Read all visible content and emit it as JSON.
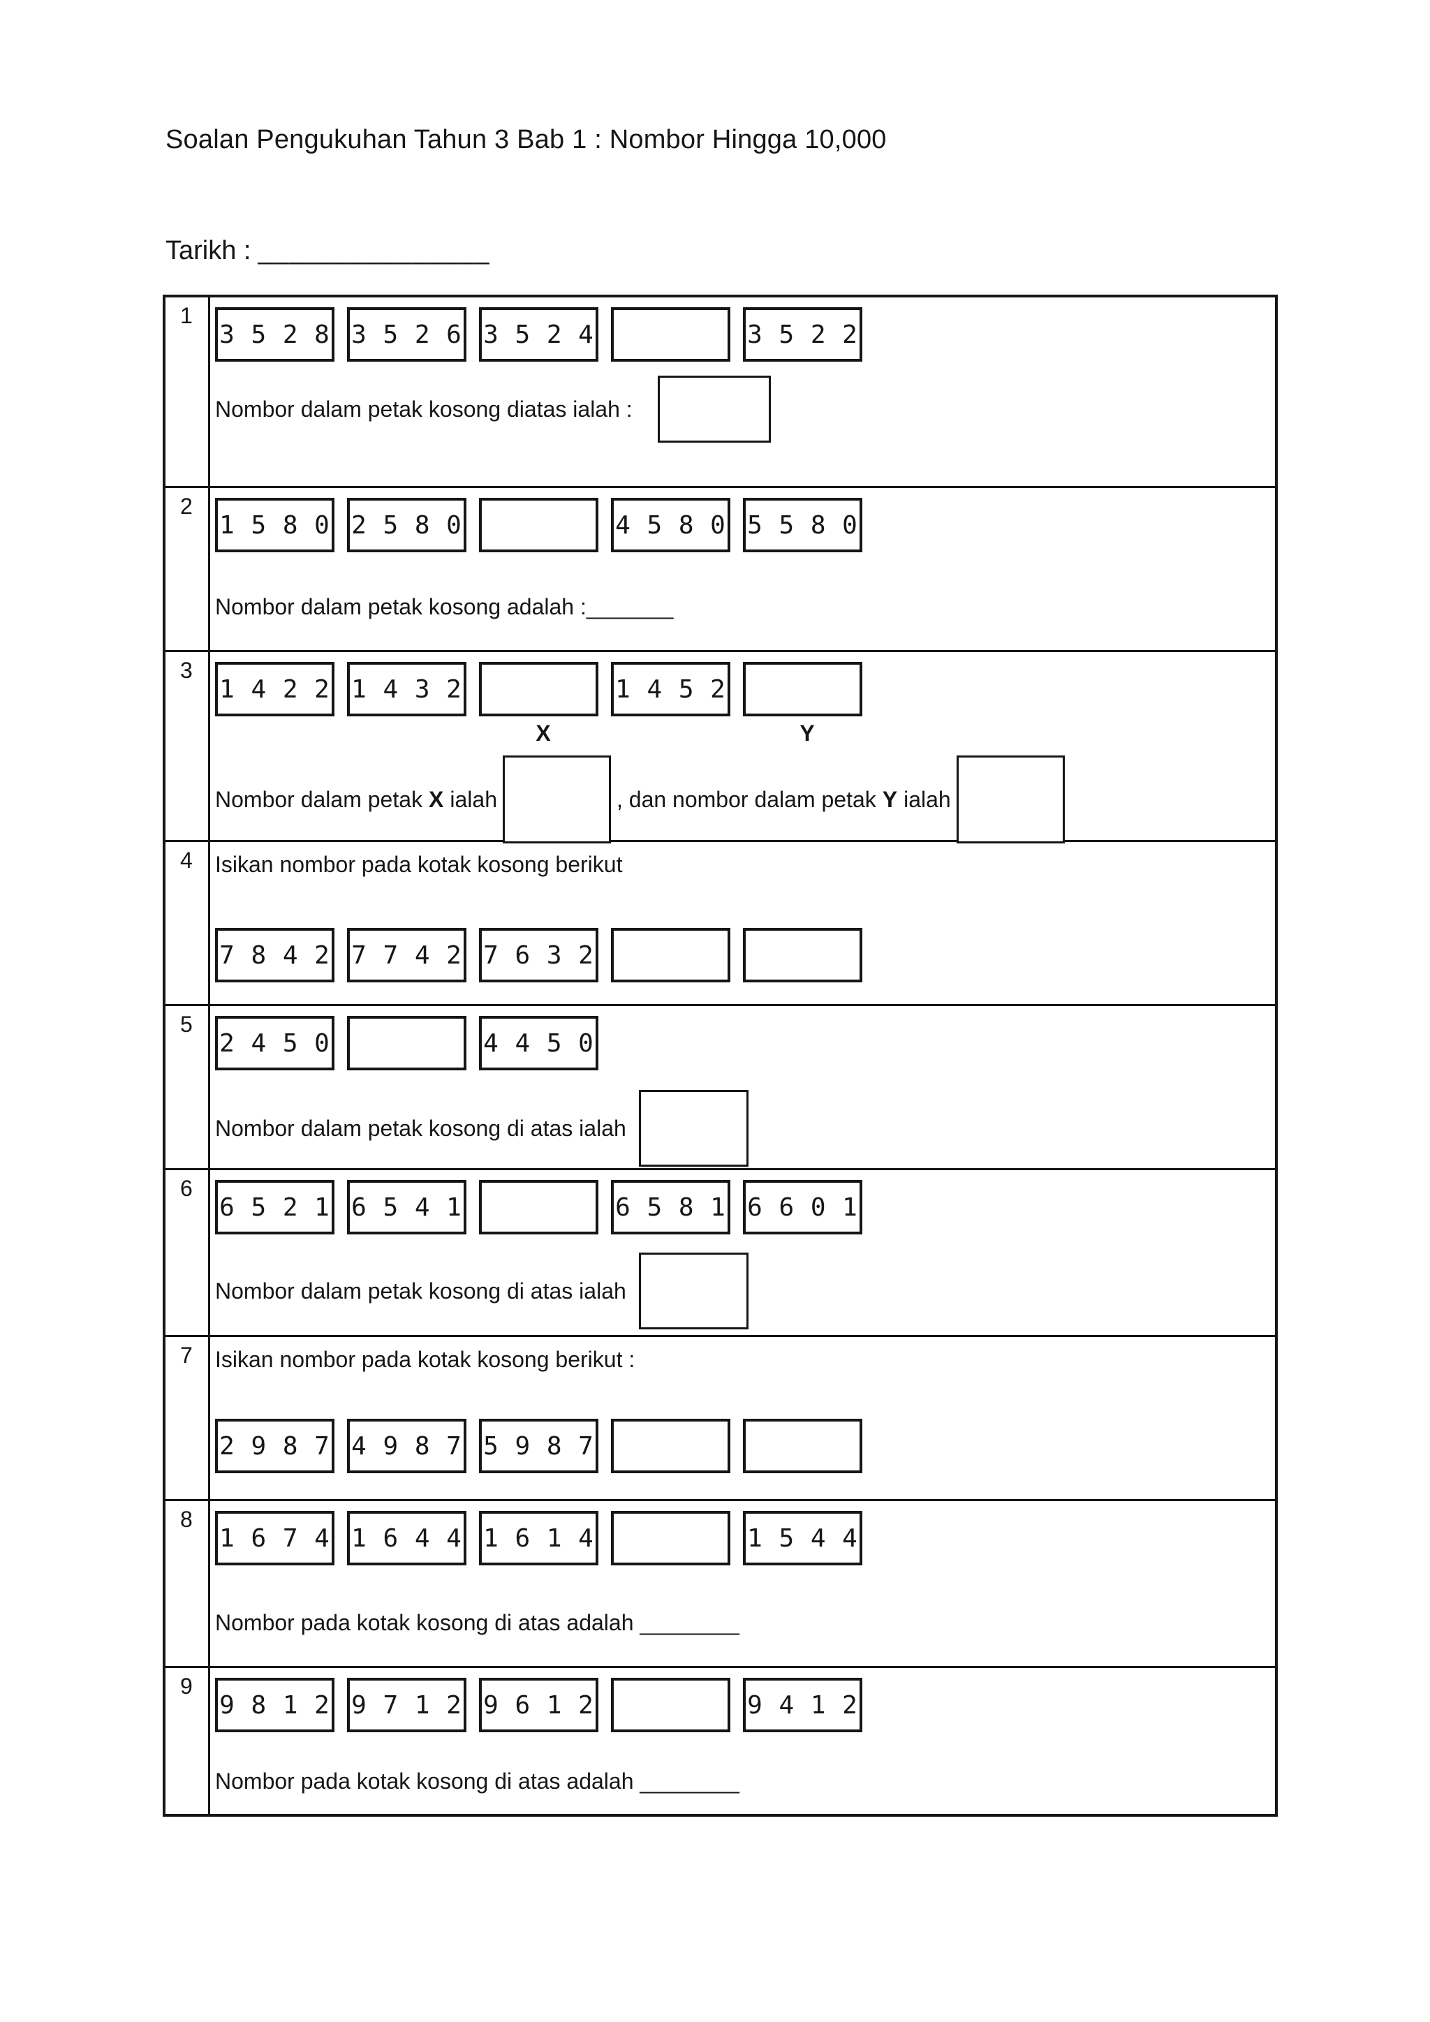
{
  "page": {
    "title": "Soalan Pengukuhan Tahun 3 Bab 1 : Nombor Hingga 10,000",
    "date_label": "Tarikh :",
    "date_blank": "_______________"
  },
  "colors": {
    "ink": "#161616",
    "paper": "#ffffff"
  },
  "questions": {
    "q1": {
      "number": "1",
      "boxes": [
        "3 5 2 8",
        "3 5 2 6",
        "3 5 2 4",
        "",
        "3 5 2 2"
      ],
      "prompt": "Nombor dalam petak kosong diatas ialah :"
    },
    "q2": {
      "number": "2",
      "boxes": [
        "1 5 8 0",
        "2 5 8 0",
        "",
        "4 5 8 0",
        "5 5 8 0"
      ],
      "prompt": "Nombor dalam petak kosong adalah :_______"
    },
    "q3": {
      "number": "3",
      "boxes": [
        "1 4 2 2",
        "1 4 3 2",
        "",
        "1 4 5 2",
        ""
      ],
      "x_label": "X",
      "y_label": "Y",
      "prompt_a": "Nombor dalam petak",
      "bold_x": "X",
      "prompt_b": "ialah",
      "prompt_c": ", dan nombor dalam petak",
      "bold_y": "Y",
      "prompt_d": "ialah"
    },
    "q4": {
      "number": "4",
      "instruction": "Isikan nombor pada kotak kosong berikut",
      "boxes": [
        "7 8 4 2",
        "7 7 4 2",
        "7 6 3 2",
        "",
        ""
      ]
    },
    "q5": {
      "number": "5",
      "boxes": [
        "2 4 5 0",
        "",
        "4 4 5 0"
      ],
      "prompt": "Nombor dalam petak kosong di atas ialah"
    },
    "q6": {
      "number": "6",
      "boxes": [
        "6 5 2 1",
        "6 5 4 1",
        "",
        "6 5 8 1",
        "6 6 0 1"
      ],
      "prompt": "Nombor dalam petak kosong di atas ialah"
    },
    "q7": {
      "number": "7",
      "instruction": "Isikan nombor pada kotak kosong berikut :",
      "boxes": [
        "2 9 8 7",
        "4 9 8 7",
        "5 9 8 7",
        "",
        ""
      ]
    },
    "q8": {
      "number": "8",
      "boxes": [
        "1 6 7 4",
        "1 6 4 4",
        "1 6 1 4",
        "",
        "1 5 4 4"
      ],
      "prompt": "Nombor pada kotak kosong di atas adalah ________"
    },
    "q9": {
      "number": "9",
      "boxes": [
        "9 8 1 2",
        "9 7 1 2",
        "9 6 1 2",
        "",
        "9 4 1 2"
      ],
      "prompt": "Nombor pada kotak kosong di atas adalah ________"
    }
  }
}
